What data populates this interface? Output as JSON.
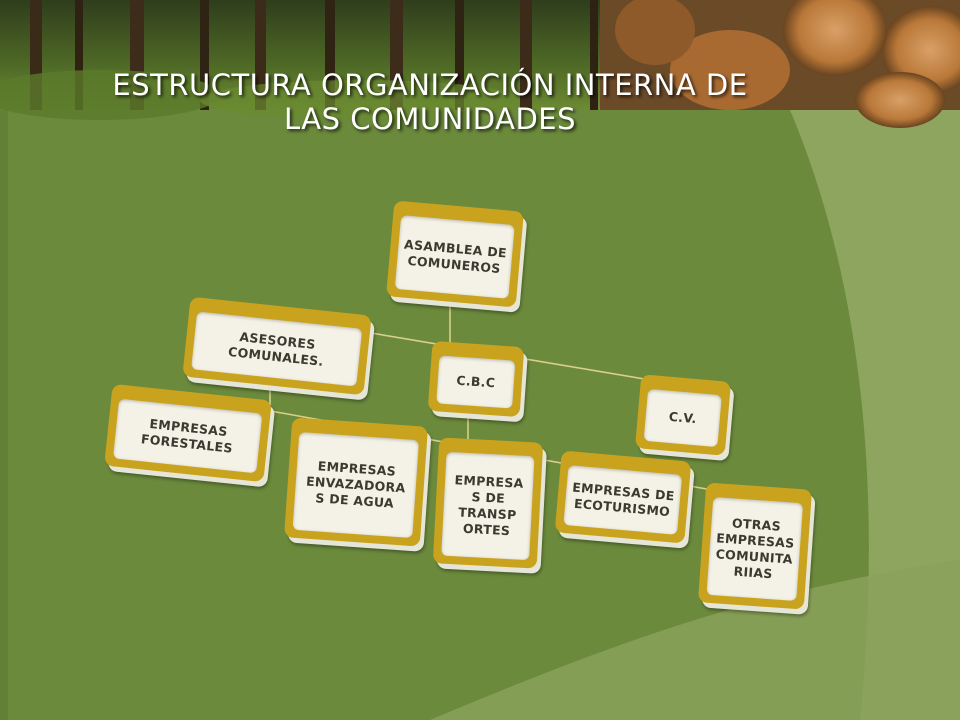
{
  "title": {
    "line1": "ESTRUCTURA ORGANIZACIÓN INTERNA DE",
    "line2": "LAS COMUNIDADES"
  },
  "colors": {
    "background": "#6b8a3c",
    "box_border": "#c9a31e",
    "box_fill": "#f4f1e6",
    "line": "#d8cf8a"
  },
  "nodes": {
    "asamblea": "ASAMBLEA DE COMUNEROS",
    "asesores": "ASESORES COMUNALES.",
    "cbc": "C.B.C",
    "cv": "C.V.",
    "forestales": "EMPRESAS FORESTALES",
    "agua": "EMPRESAS ENVAZADORA S DE AGUA",
    "transportes": "EMPRESA S DE TRANSP ORTES",
    "ecoturismo": "EMPRESAS DE ECOTURISMO",
    "otras": "OTRAS EMPRESAS COMUNITA RIIAS"
  }
}
